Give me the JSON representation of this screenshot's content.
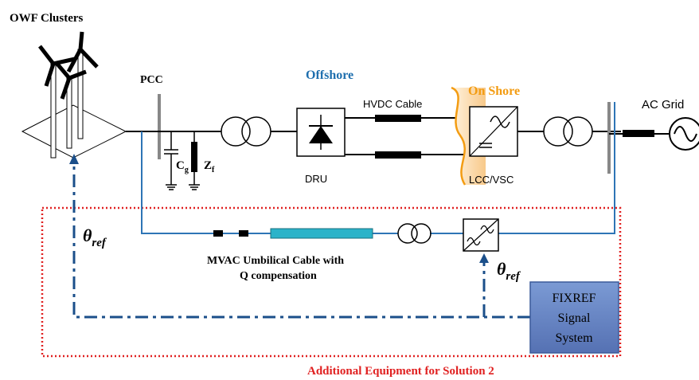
{
  "labels": {
    "owf_clusters": "OWF Clusters",
    "pcc": "PCC",
    "offshore": "Offshore",
    "on_shore": "On Shore",
    "hvdc_cable": "HVDC Cable",
    "ac_grid": "AC Grid",
    "dru": "DRU",
    "lcc_vsc": "LCC/VSC",
    "cg_main": "C",
    "cg_sub": "g",
    "zf_main": "Z",
    "zf_sub": "f",
    "theta_main": "θ",
    "theta_sub": "ref",
    "umbilical_line1": "MVAC Umbilical Cable with",
    "umbilical_line2": "Q compensation",
    "fixref_line1": "FIXREF",
    "fixref_line2": "Signal",
    "fixref_line3": "System",
    "additional_equipment": "Additional Equipment for Solution 2"
  },
  "colors": {
    "offshore": "#1f6fae",
    "on_shore": "#f39c12",
    "additional": "#e02020",
    "line_blue": "#2e75b6",
    "signal": "#1b4f8a",
    "fixref_fill": "#5b7fc0",
    "umbilical_cable": "#2bb3c9"
  }
}
